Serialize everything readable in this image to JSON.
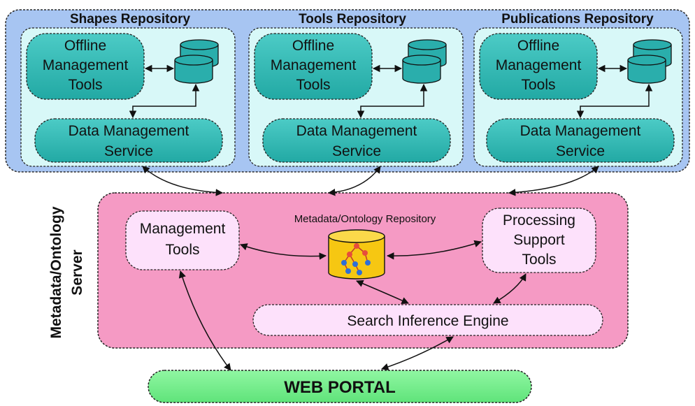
{
  "repositories": [
    {
      "title": "Shapes Repository",
      "offline_tools": [
        "Offline",
        "Management",
        "Tools"
      ],
      "data_service": [
        "Data Management",
        "Service"
      ]
    },
    {
      "title": "Tools Repository",
      "offline_tools": [
        "Offline",
        "Management",
        "Tools"
      ],
      "data_service": [
        "Data Management",
        "Service"
      ]
    },
    {
      "title": "Publications Repository",
      "offline_tools": [
        "Offline",
        "Management",
        "Tools"
      ],
      "data_service": [
        "Data Management",
        "Service"
      ]
    }
  ],
  "server": {
    "side_label": [
      "Metadata/Ontology",
      "Server"
    ],
    "management_tools": [
      "Management",
      "Tools"
    ],
    "ontology_repository": "Metadata/Ontology Repository",
    "processing_tools": [
      "Processing",
      "Support",
      "Tools"
    ],
    "search_engine": "Search Inference Engine"
  },
  "portal": {
    "label": "WEB PORTAL"
  },
  "colors": {
    "outer_repo_bg": "#a7c5f2",
    "inner_repo_bg": "#d8f8f8",
    "teal_box": "#2fb5b0",
    "server_bg": "#f59ac4",
    "light_pink": "#fde1fb",
    "portal_green": "#74f08a",
    "cylinder_yellow": "#f6c712"
  }
}
